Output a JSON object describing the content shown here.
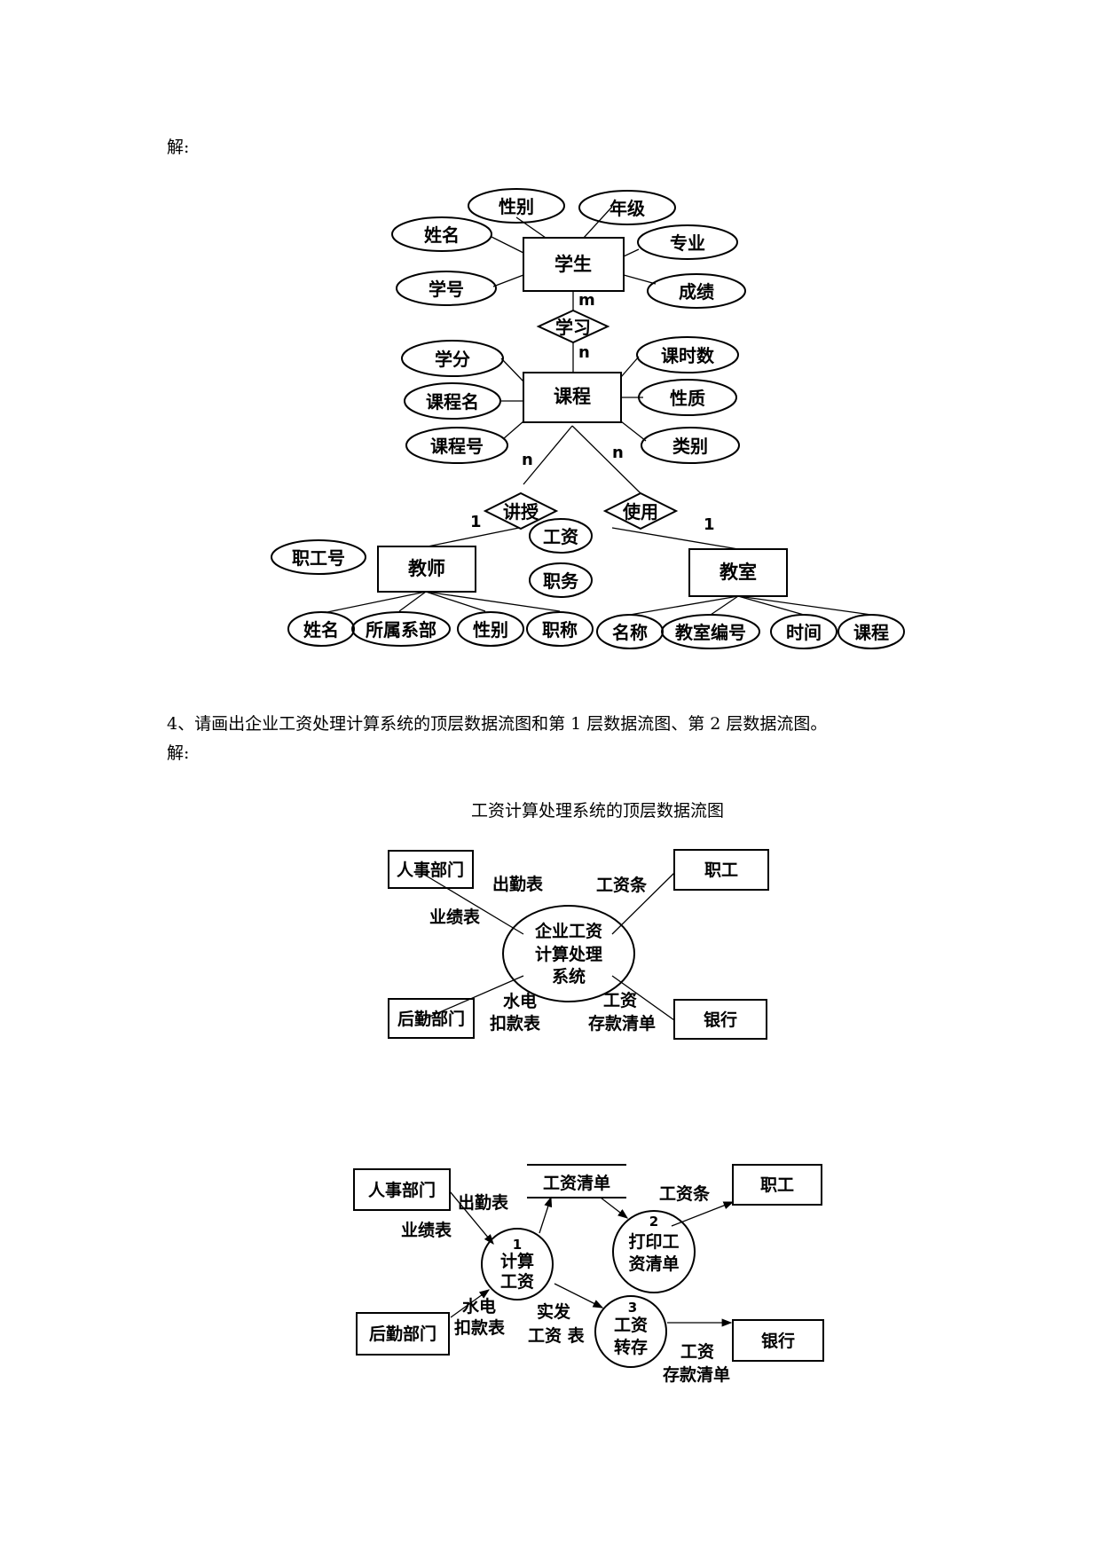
{
  "doc": {
    "answer_label_1": "解:",
    "question_4": "4、请画出企业工资处理计算系统的顶层数据流图和第 1 层数据流图、第 2 层数据流图。",
    "answer_label_2": "解:",
    "top_dfd_title": "工资计算处理系统的顶层数据流图"
  },
  "er": {
    "student": "学生",
    "student_attrs": [
      "性别",
      "年级",
      "姓名",
      "专业",
      "学号",
      "成绩"
    ],
    "rel_study": "学习",
    "card_m": "m",
    "card_n1": "n",
    "course": "课程",
    "course_attrs": [
      "学分",
      "课时数",
      "课程名",
      "性质",
      "课程号",
      "类别"
    ],
    "card_n2": "n",
    "card_n3": "n",
    "rel_teach": "讲授",
    "rel_use": "使用",
    "card_1a": "1",
    "card_1b": "1",
    "teacher": "教师",
    "teacher_attrs": [
      "职工号",
      "工资",
      "职务",
      "姓名",
      "所属系部",
      "性别",
      "职称"
    ],
    "classroom": "教室",
    "classroom_attrs": [
      "名称",
      "教室编号",
      "时间",
      "课程"
    ]
  },
  "dfd0": {
    "hr": "人事部门",
    "staff": "职工",
    "logistics": "后勤部门",
    "bank": "银行",
    "process": [
      "企业工资",
      "计算处理",
      "系统"
    ],
    "flow_attendance": "出勤表",
    "flow_payslip": "工资条",
    "flow_performance": "业绩表",
    "flow_utilities": [
      "水电",
      "扣款表"
    ],
    "flow_deposit": [
      "工资",
      "存款清单"
    ]
  },
  "dfd1": {
    "hr": "人事部门",
    "staff": "职工",
    "logistics": "后勤部门",
    "bank": "银行",
    "store": "工资清单",
    "p1": [
      "1",
      "计算",
      "工资"
    ],
    "p2": [
      "2",
      "打印工",
      "资清单"
    ],
    "p3": [
      "3",
      "工资",
      "转存"
    ],
    "flow_attendance": "出勤表",
    "flow_performance": "业绩表",
    "flow_payslip": "工资条",
    "flow_utilities": [
      "水电",
      "扣款表"
    ],
    "flow_actual": [
      "实发",
      "工资 表"
    ],
    "flow_deposit": [
      "工资",
      "存款清单"
    ]
  }
}
